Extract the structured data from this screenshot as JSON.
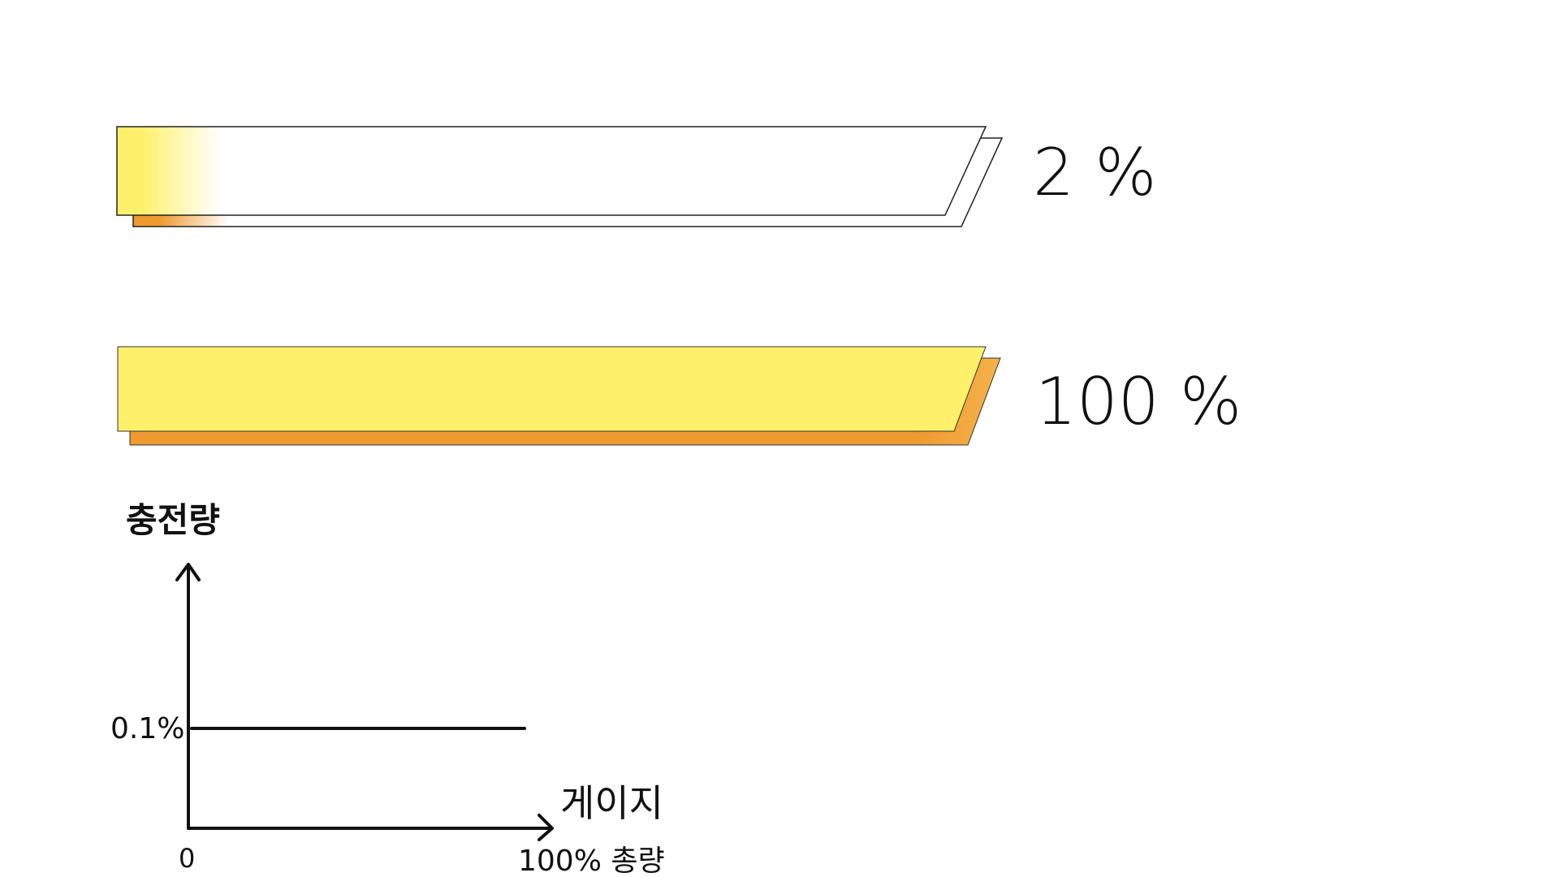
{
  "gauges": [
    {
      "label": "2 %",
      "fill_fraction": 0.02,
      "colors": {
        "front": "#FFF06C",
        "back": "#EE9A2E",
        "outline": "#222222"
      }
    },
    {
      "label": "100 %",
      "fill_fraction": 1.0,
      "colors": {
        "front": "#FFF06C",
        "back": "#EE9A2E",
        "outline": "#222222"
      }
    }
  ],
  "graph": {
    "y_axis_label": "충전량",
    "x_axis_label": "게이지",
    "y_tick_label": "0.1%",
    "origin_label": "0",
    "x_end_label": "100% 총량",
    "line_value_percent": 0.1,
    "line_color": "#111111"
  }
}
